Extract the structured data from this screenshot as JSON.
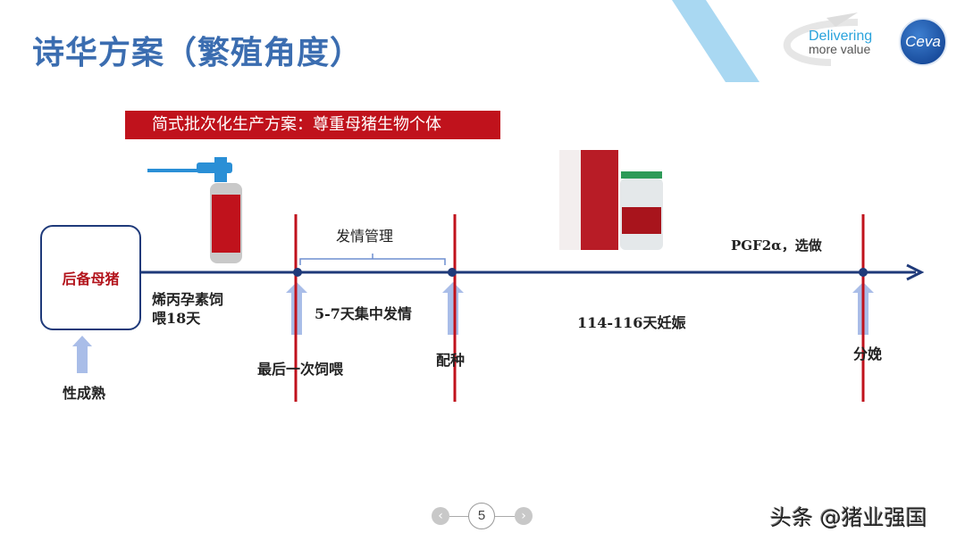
{
  "slide": {
    "title": "诗华方案（繁殖角度）",
    "banner": "简式批次化生产方案：尊重母猪生物个体",
    "page_number": "5"
  },
  "logos": {
    "tagline_line1": "Delivering",
    "tagline_line2": "more value",
    "brand": "Ceva"
  },
  "timeline": {
    "start_box": "后备母猪",
    "start_arrow_label": "性成熟",
    "feeding_label_1": "烯丙孕素饲",
    "feeding_label_2": "喂18天",
    "bracket_label": "发情管理",
    "estrus_label": "5-7天集中发情",
    "milestones": [
      {
        "label": "最后一次饲喂"
      },
      {
        "label": "配种"
      },
      {
        "label": "分娩"
      }
    ],
    "gestation_label": "114-116天妊娠",
    "pgf_label": "PGF2α，选做"
  },
  "watermark": "头条 @猪业强国",
  "colors": {
    "title": "#3b6db0",
    "banner": "#c0121c",
    "timeline": "#1f3a7a",
    "milestone_line": "#c0121c",
    "arrow": "#6f8fd0"
  }
}
